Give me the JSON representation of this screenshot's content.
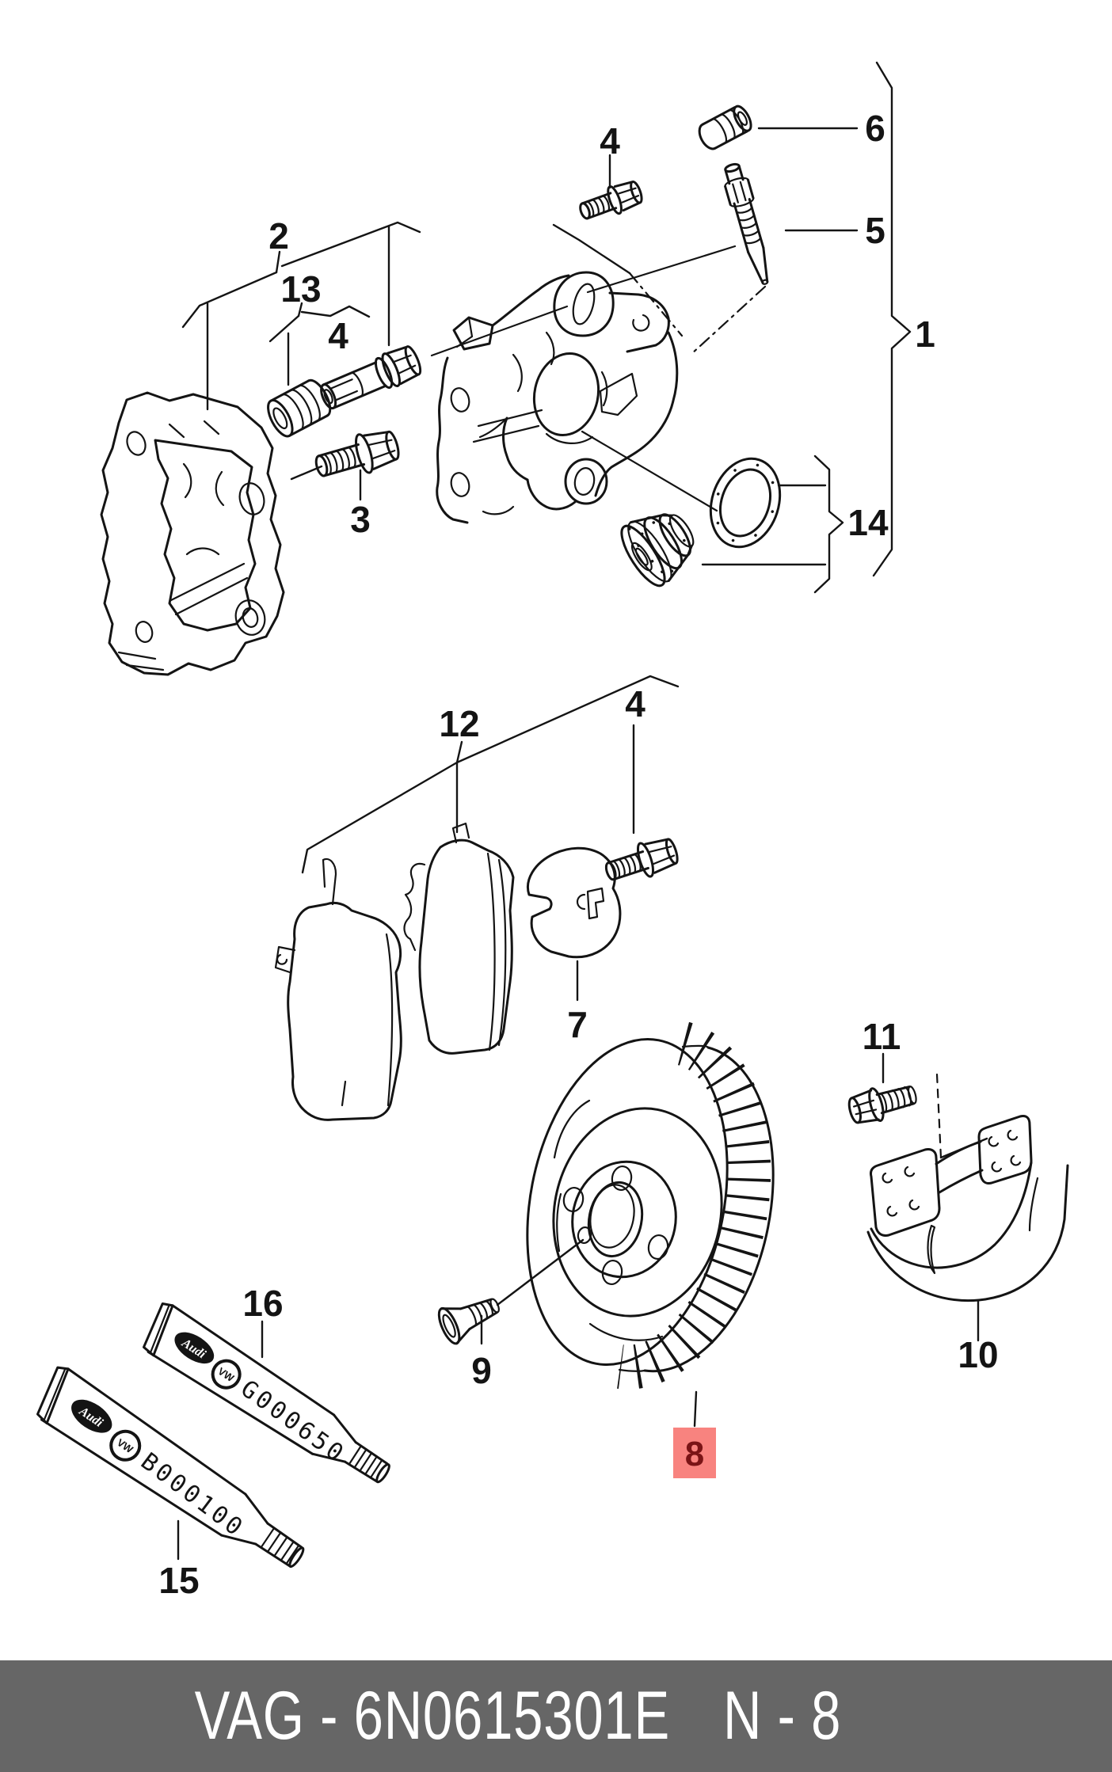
{
  "diagram": {
    "callouts": {
      "c1": "1",
      "c2": "2",
      "c3": "3",
      "c4a": "4",
      "c4b": "4",
      "c4c": "4",
      "c5": "5",
      "c6": "6",
      "c7": "7",
      "c9": "9",
      "c10": "10",
      "c11": "11",
      "c12": "12",
      "c13": "13",
      "c14": "14",
      "c15": "15",
      "c16": "16"
    },
    "highlight": {
      "label": "8",
      "bg": "#f8837f",
      "fg": "#7a1416"
    },
    "tubes": {
      "upper": {
        "code": "G000650",
        "callout": "16"
      },
      "lower": {
        "code": "B000100",
        "callout": "15"
      },
      "audi_logo_text": "Audi",
      "vw_logo_text": "VW"
    },
    "ink": "#141414"
  },
  "footer": {
    "part_code": "VAG - 6N0615301E",
    "page_ref": "N - 8",
    "bg": "#666666",
    "fg": "#ffffff"
  }
}
